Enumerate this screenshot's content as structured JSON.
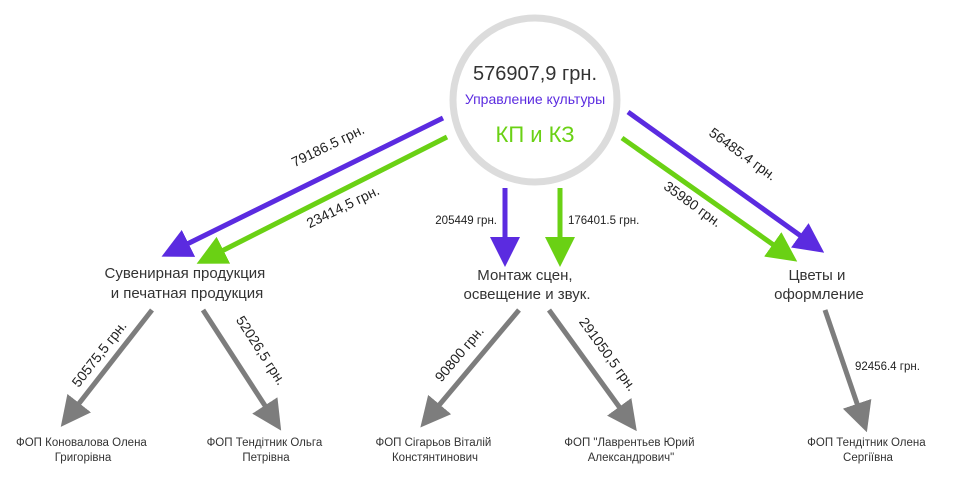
{
  "hub": {
    "total": "576907,9 грн.",
    "department": "Управление культуры",
    "group": "КП и КЗ"
  },
  "colors": {
    "purple": "#5b2be0",
    "green": "#6ad114",
    "gray": "#7d7d7d",
    "hub_ring": "#dcdcdc"
  },
  "categories": [
    {
      "label": [
        "Сувенирная продукция",
        "и печатная продукция"
      ],
      "purple_amount": "79186.5 грн.",
      "green_amount": "23414,5 грн."
    },
    {
      "label": [
        "Монтаж сцен,",
        "освещение и звук."
      ],
      "purple_amount": "205449 грн.",
      "green_amount": "176401.5 грн."
    },
    {
      "label": [
        "Цветы и",
        "оформление"
      ],
      "purple_amount": "56485.4 грн.",
      "green_amount": "35980 грн."
    }
  ],
  "vendors": [
    {
      "label": [
        "ФОП Коновалова Олена",
        "Григорівна"
      ],
      "amount": "50575,5 грн."
    },
    {
      "label": [
        "ФОП Тендітник Ольга",
        "Петрівна"
      ],
      "amount": "52026,5 грн."
    },
    {
      "label": [
        "ФОП Сігарьов Віталій",
        "Констянтинович"
      ],
      "amount": "90800 грн."
    },
    {
      "label": [
        "ФОП \"Лаврентьев Юрий",
        "Александрович\""
      ],
      "amount": "291050,5 грн."
    },
    {
      "label": [
        "ФОП Тендітник Олена",
        "Сергіївна"
      ],
      "amount": "92456.4 грн."
    }
  ]
}
